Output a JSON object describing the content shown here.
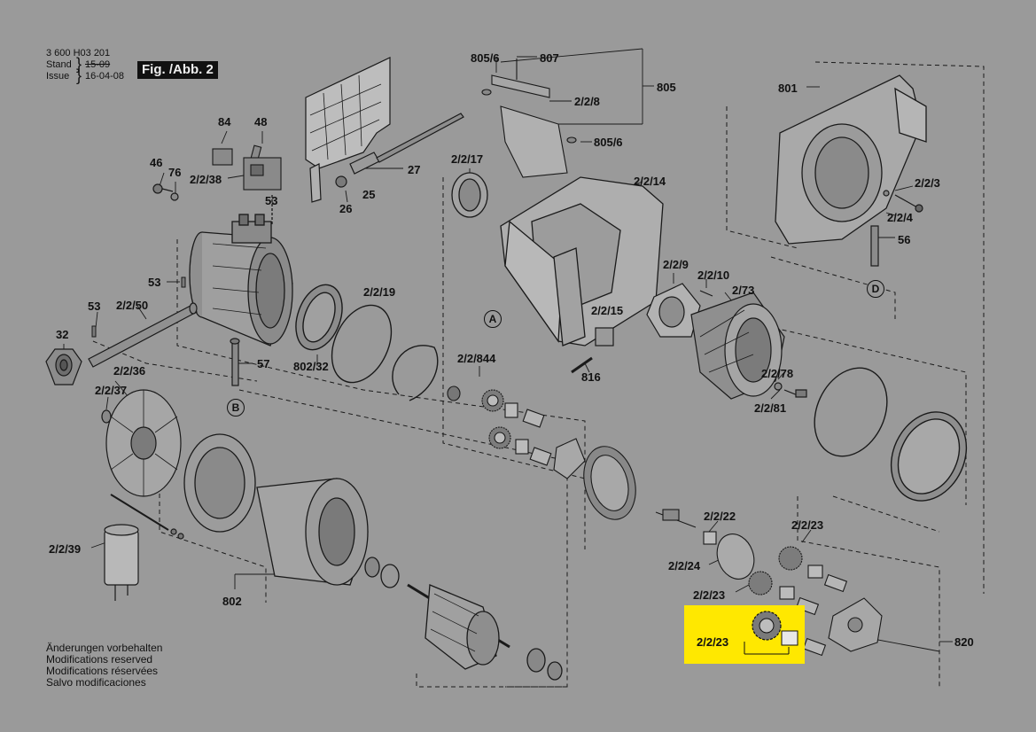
{
  "document": {
    "part_number": "3 600 H03 201",
    "stand_label": "Stand",
    "issue_label": "Issue",
    "stand_value": "15-09",
    "issue_value": "16-04-08",
    "figure_label": "Fig. /Abb. 2"
  },
  "footer": {
    "lines": [
      "Änderungen vorbehalten",
      "Modifications reserved",
      "Modifications réservées",
      "Salvo modificaciones"
    ]
  },
  "callouts": {
    "c84": "84",
    "c48": "48",
    "c46": "46",
    "c76": "76",
    "c2238": "2/2/38",
    "c53a": "53",
    "c53b": "53",
    "c53c": "53",
    "c25": "25",
    "c26": "26",
    "c27": "27",
    "c2250": "2/2/50",
    "c32": "32",
    "c57": "57",
    "c80232": "802/32",
    "c2219": "2/2/19",
    "c80556": "805/6",
    "c807": "807",
    "c228": "2/2/8",
    "c805": "805",
    "c80560": "805/6",
    "c2217": "2/2/17",
    "c2214": "2/2/14",
    "c801": "801",
    "c223": "2/2/3",
    "c224": "2/2/4",
    "c56": "56",
    "c229": "2/2/9",
    "c2210": "2/2/10",
    "c273": "2/73",
    "c2215": "2/2/15",
    "c816": "816",
    "c2278": "2/2/78",
    "c2281": "2/2/81",
    "c22844": "2/2/844",
    "c2236": "2/2/36",
    "c2237": "2/2/37",
    "c2239": "2/2/39",
    "c802": "802",
    "c2222": "2/2/22",
    "c2224": "2/2/24",
    "c2223a": "2/2/23",
    "c2223b": "2/2/23",
    "c820": "820"
  },
  "markers": {
    "A": "A",
    "B": "B",
    "D": "D"
  },
  "highlight": {
    "label": "2/2/23",
    "color": "#ffe800"
  }
}
